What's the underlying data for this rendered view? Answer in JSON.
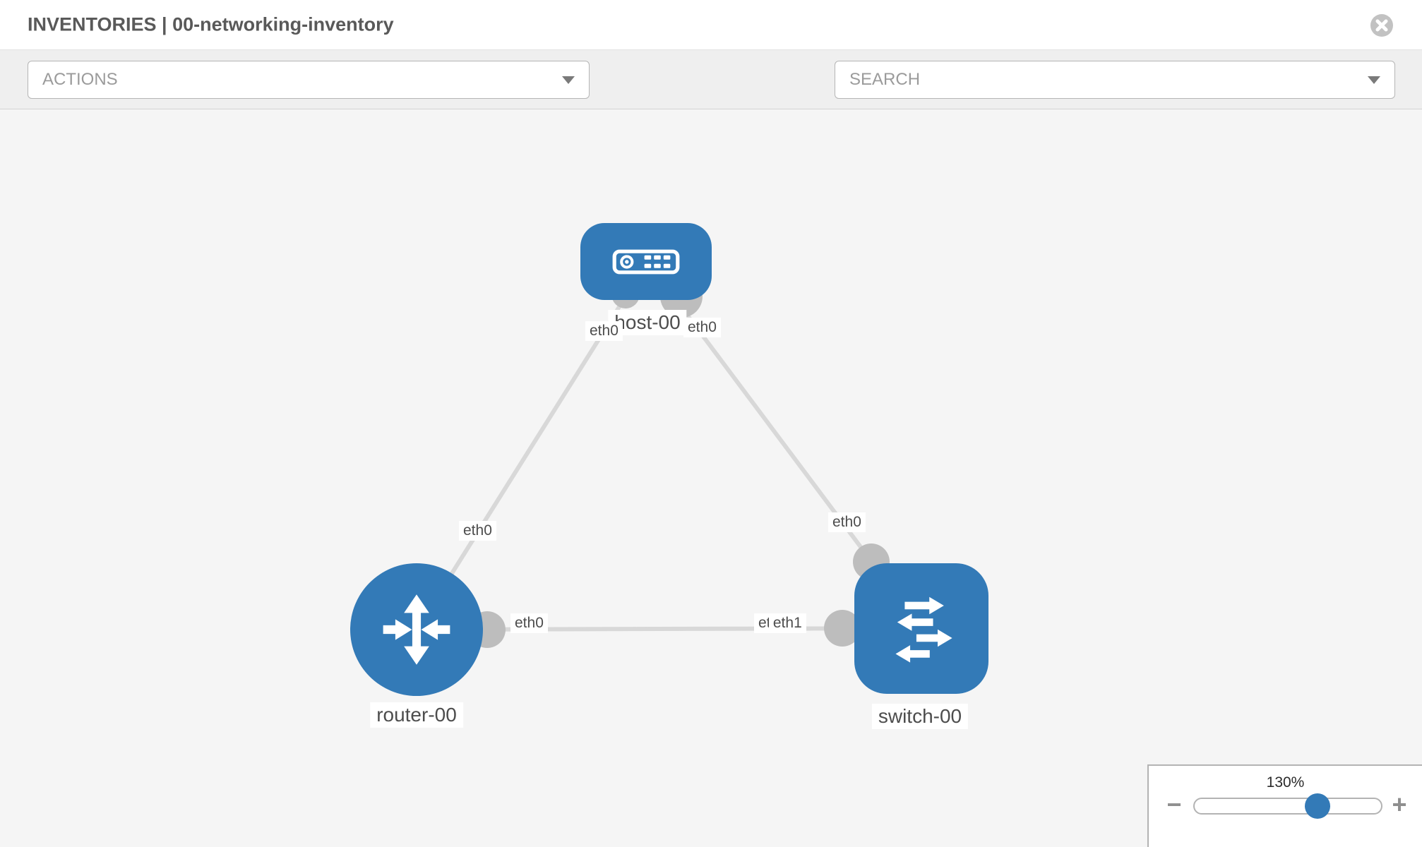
{
  "colors": {
    "accent_blue": "#337ab7",
    "connector_gray": "#bdbdbd",
    "link_gray": "#d8d8d8",
    "canvas_bg": "#f5f5f5",
    "toolbar_bg": "#efefef"
  },
  "header": {
    "title": "INVENTORIES | 00-networking-inventory"
  },
  "toolbar": {
    "actions_label": "ACTIONS",
    "search_label": "SEARCH",
    "icons": [
      "wrench-icon",
      "key-icon"
    ]
  },
  "diagram": {
    "nodes": [
      {
        "id": "host-00",
        "type": "host",
        "label": "host-00"
      },
      {
        "id": "router-00",
        "type": "router",
        "label": "router-00"
      },
      {
        "id": "switch-00",
        "type": "switch",
        "label": "switch-00"
      }
    ],
    "links": [
      {
        "from": "host-00",
        "to": "router-00",
        "from_label": "eth0",
        "to_label": "eth0"
      },
      {
        "from": "host-00",
        "to": "switch-00",
        "from_label": "eth0",
        "to_label": "eth0"
      },
      {
        "from": "router-00",
        "to": "switch-00",
        "from_label": "eth0",
        "to_label_back": "eth0",
        "to_label_front": "eth1"
      }
    ]
  },
  "zoom_control": {
    "level": "130%",
    "minus": "−",
    "plus": "+"
  }
}
